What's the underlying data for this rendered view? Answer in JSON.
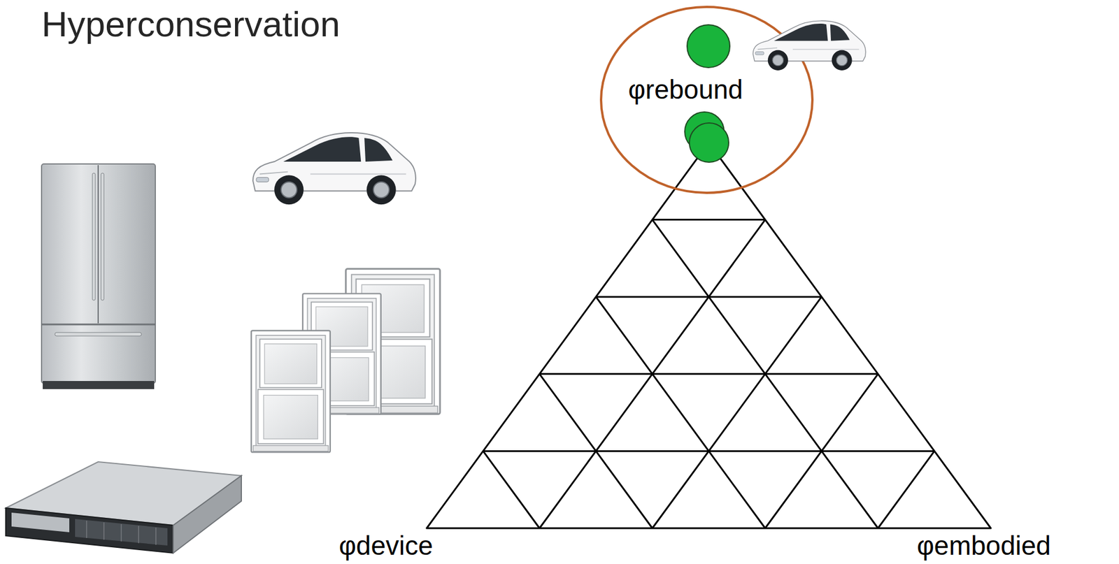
{
  "diagram": {
    "title": "Hyperconservation",
    "labels": [
      "φrebound",
      "φdevice",
      "φembodied"
    ]
  }
}
